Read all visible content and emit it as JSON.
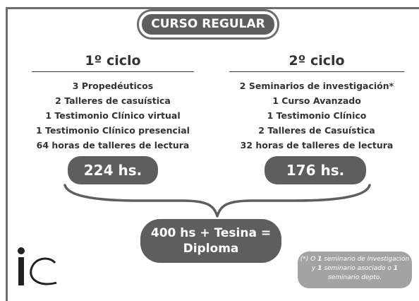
{
  "header": {
    "title": "CURSO REGULAR"
  },
  "cycles": [
    {
      "title": "1º ciclo",
      "items": [
        "3 Propedéuticos",
        "2 Talleres de casuística",
        "1 Testimonio Clínico virtual",
        "1 Testimonio Clínico presencial",
        "64 horas de talleres de lectura"
      ],
      "hours": "224 hs."
    },
    {
      "title": "2º ciclo",
      "items": [
        "2 Seminarios de investigación*",
        "1 Curso Avanzado",
        "1 Testimonio Clínico",
        "2 Talleres de Casuística",
        "32 horas de talleres de lectura"
      ],
      "hours": "176 hs."
    }
  ],
  "result": {
    "line1": "400 hs + Tesina =",
    "line2": "Diploma"
  },
  "footnote": {
    "prefix": "(*) O ",
    "n1": "1",
    "part1": " seminario de investigación y ",
    "n2": "1",
    "part2": " seminario asociado o ",
    "n3": "1",
    "part3": " seminario depto."
  },
  "colors": {
    "pill": "#5e5e5e",
    "frame": "#6d6d6d",
    "note": "#a3a3a3",
    "text": "#333333"
  }
}
